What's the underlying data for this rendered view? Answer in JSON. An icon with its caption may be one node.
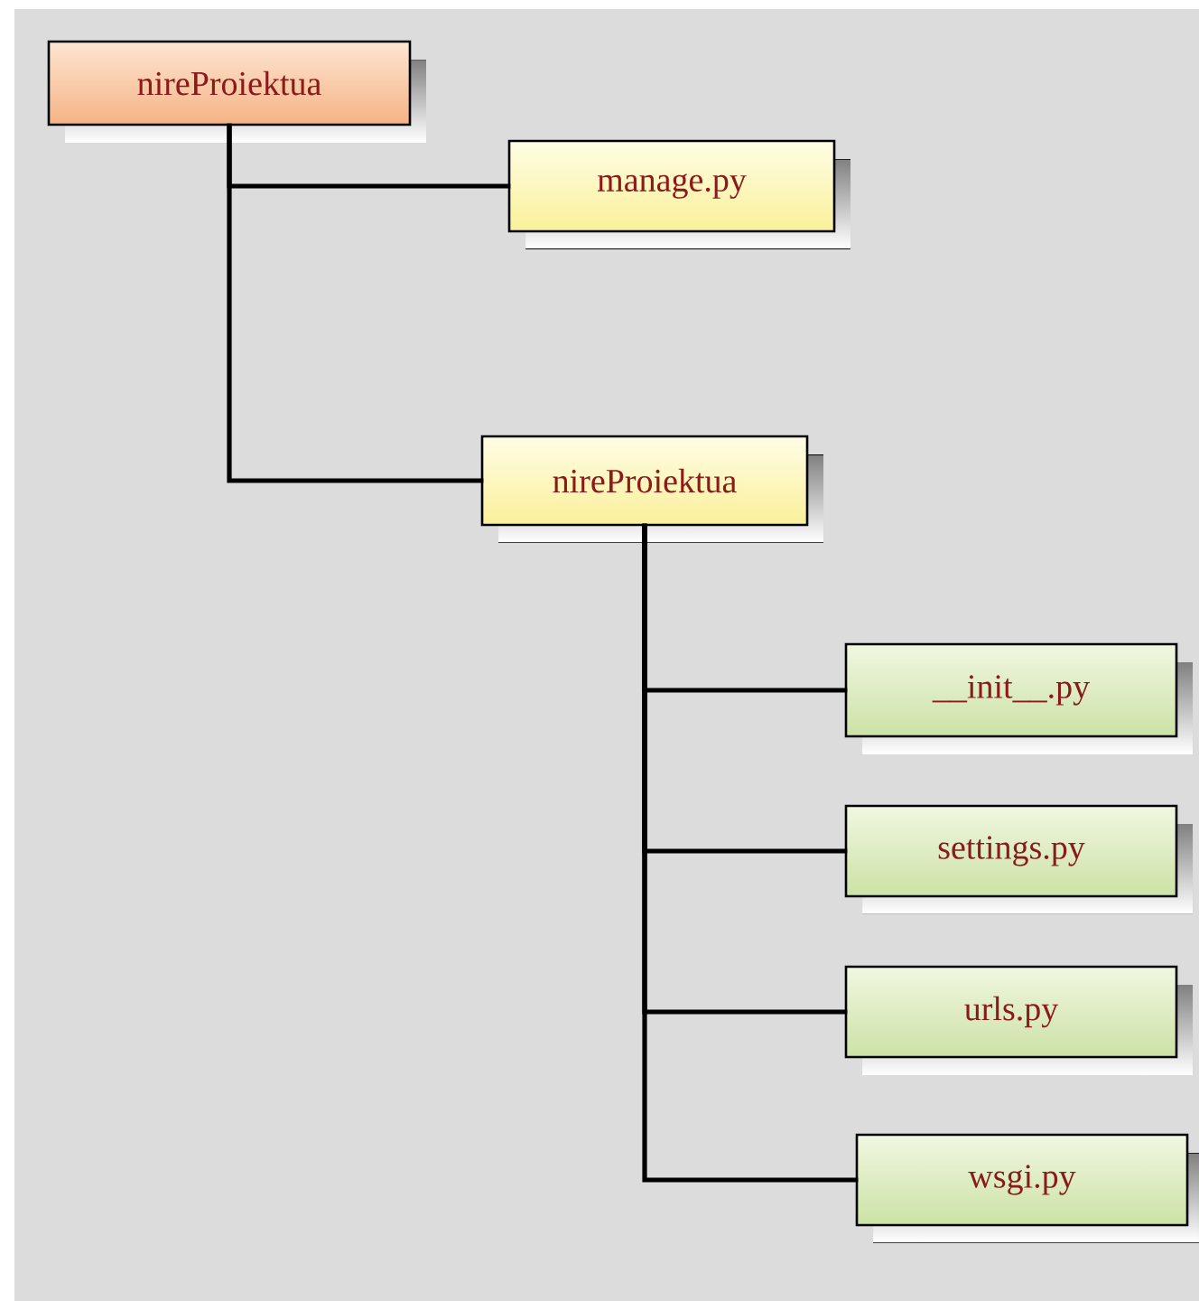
{
  "diagram": {
    "nodes": [
      {
        "text": [
          "nireProiektua"
        ]
      },
      {
        "text": [
          "manage.py"
        ]
      },
      {
        "text": [
          "nireProiektua"
        ]
      },
      {
        "text": [
          "__init__.py"
        ]
      },
      {
        "text": [
          "settings.py"
        ]
      },
      {
        "text": [
          "urls.py"
        ]
      },
      {
        "text": [
          "wsgi.py"
        ]
      }
    ],
    "edges": [
      {
        "from": 0,
        "to": 1,
        "arrow": "none"
      },
      {
        "from": 0,
        "to": 2,
        "arrow": "none"
      },
      {
        "from": 2,
        "to": 3,
        "arrow": "none"
      },
      {
        "from": 2,
        "to": 4,
        "arrow": "none"
      },
      {
        "from": 2,
        "to": 5,
        "arrow": "none"
      },
      {
        "from": 2,
        "to": 6,
        "arrow": "none"
      }
    ]
  }
}
